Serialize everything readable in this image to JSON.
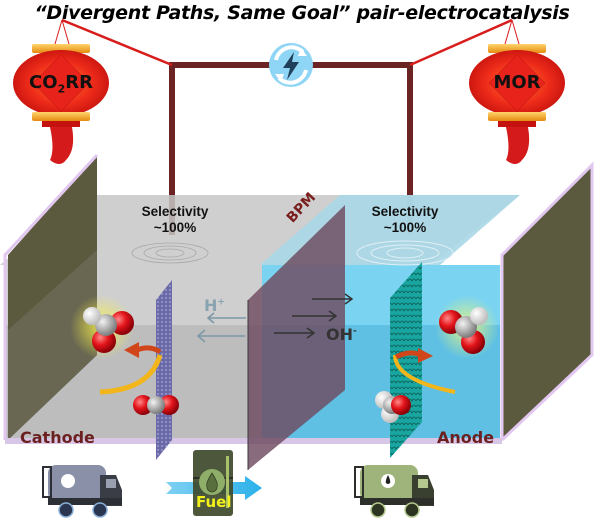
{
  "title": "“Divergent Paths, Same Goal” pair-electrocatalysis",
  "lanterns": {
    "left": {
      "label_main": "CO",
      "label_sub": "2",
      "label_tail": "RR"
    },
    "right": {
      "label": "MOR"
    }
  },
  "power_source": {
    "icon": "renewable-power-icon"
  },
  "cell": {
    "membrane_label": "BPM",
    "cathode": {
      "label": "Cathode",
      "selectivity_title": "Selectivity",
      "selectivity_value": "~100%",
      "reactant": "CO2",
      "product": "formic-acid / formate"
    },
    "anode": {
      "label": "Anode",
      "selectivity_title": "Selectivity",
      "selectivity_value": "~100%",
      "reactant": "methanol",
      "product": "formate"
    },
    "ions": {
      "left": "H",
      "left_sup": "+",
      "right": "OH",
      "right_sup": "-"
    }
  },
  "bottom": {
    "fuel_label": "Fuel"
  },
  "colors": {
    "lantern_red": "#e8231b",
    "lantern_gold": "#f5a623",
    "wire": "#6b2323",
    "cathode_bath": "#c9c9c9",
    "anode_bath": "#6fc7e8",
    "membrane": "#7a5c6e",
    "end_plate": "#5c5a3e",
    "label_red": "#6b1f1f",
    "fuel_yellow": "#f2f21a",
    "arrow_blue": "#3fb8ec"
  }
}
